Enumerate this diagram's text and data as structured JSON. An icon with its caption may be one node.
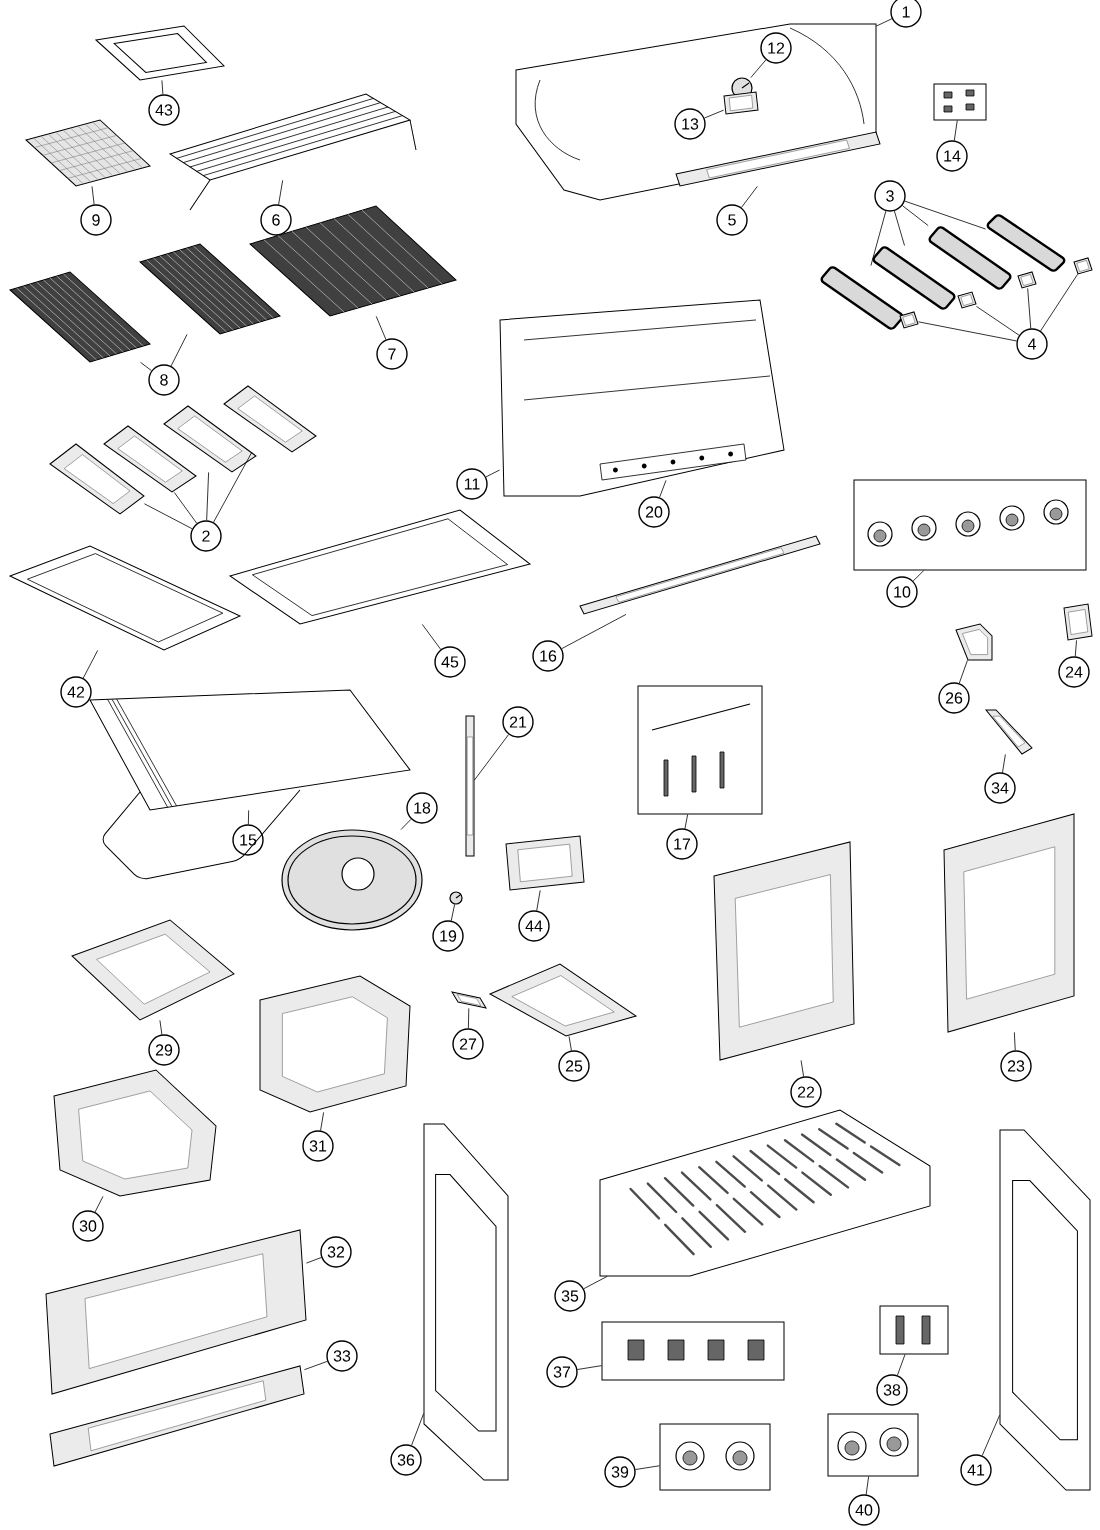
{
  "diagram": {
    "nodes": [
      {
        "text": [
          "43"
        ]
      },
      {
        "text": [],
        "shape": "picture"
      },
      {
        "text": [
          "1"
        ]
      },
      {
        "text": [],
        "shape": "picture"
      },
      {
        "text": [
          "12"
        ],
        "in": 3
      },
      {
        "text": [],
        "shape": "picture",
        "in": 3
      },
      {
        "text": [
          "13"
        ],
        "in": 3
      },
      {
        "text": [],
        "shape": "picture",
        "in": 3
      },
      {
        "text": [
          "14"
        ]
      },
      {
        "text": [],
        "shape": "box"
      },
      {
        "text": [
          "9"
        ]
      },
      {
        "text": [],
        "shape": "picture"
      },
      {
        "text": [
          "6"
        ]
      },
      {
        "text": [],
        "shape": "picture"
      },
      {
        "text": [
          "5"
        ]
      },
      {
        "text": [],
        "shape": "picture",
        "in": 3
      },
      {
        "text": [
          "3"
        ]
      },
      {
        "text": [],
        "shape": "picture"
      },
      {
        "text": [],
        "shape": "picture"
      },
      {
        "text": [],
        "shape": "picture"
      },
      {
        "text": [],
        "shape": "picture"
      },
      {
        "text": [
          "4"
        ]
      },
      {
        "text": [],
        "shape": "picture"
      },
      {
        "text": [],
        "shape": "picture"
      },
      {
        "text": [],
        "shape": "picture"
      },
      {
        "text": [],
        "shape": "picture"
      },
      {
        "text": [
          "8"
        ]
      },
      {
        "text": [],
        "shape": "picture"
      },
      {
        "text": [],
        "shape": "picture"
      },
      {
        "text": [
          "7"
        ]
      },
      {
        "text": [],
        "shape": "picture"
      },
      {
        "text": [
          "11"
        ]
      },
      {
        "text": [],
        "shape": "picture"
      },
      {
        "text": [
          "20"
        ]
      },
      {
        "text": [],
        "shape": "picture",
        "in": 32
      },
      {
        "text": [
          "2"
        ]
      },
      {
        "text": [],
        "shape": "picture"
      },
      {
        "text": [],
        "shape": "picture"
      },
      {
        "text": [],
        "shape": "picture"
      },
      {
        "text": [],
        "shape": "picture"
      },
      {
        "text": [
          "10"
        ]
      },
      {
        "text": [],
        "shape": "box"
      },
      {
        "text": [
          "42"
        ]
      },
      {
        "text": [],
        "shape": "picture"
      },
      {
        "text": [
          "45"
        ]
      },
      {
        "text": [],
        "shape": "picture"
      },
      {
        "text": [
          "16"
        ]
      },
      {
        "text": [],
        "shape": "picture"
      },
      {
        "text": [
          "21"
        ]
      },
      {
        "text": [],
        "shape": "picture"
      },
      {
        "text": [
          "26"
        ]
      },
      {
        "text": [],
        "shape": "picture"
      },
      {
        "text": [
          "24"
        ]
      },
      {
        "text": [],
        "shape": "picture"
      },
      {
        "text": [
          "15"
        ]
      },
      {
        "text": [],
        "shape": "picture"
      },
      {
        "text": [
          "18"
        ]
      },
      {
        "text": [],
        "shape": "picture"
      },
      {
        "text": [
          "17"
        ]
      },
      {
        "text": [],
        "shape": "box"
      },
      {
        "text": [
          "34"
        ]
      },
      {
        "text": [],
        "shape": "picture"
      },
      {
        "text": [
          "44"
        ]
      },
      {
        "text": [],
        "shape": "picture"
      },
      {
        "text": [
          "19"
        ]
      },
      {
        "text": [],
        "shape": "picture"
      },
      {
        "text": [
          "29"
        ]
      },
      {
        "text": [],
        "shape": "picture"
      },
      {
        "text": [
          "27"
        ]
      },
      {
        "text": [],
        "shape": "picture"
      },
      {
        "text": [
          "25"
        ]
      },
      {
        "text": [],
        "shape": "picture"
      },
      {
        "text": [
          "22"
        ]
      },
      {
        "text": [],
        "shape": "picture"
      },
      {
        "text": [
          "23"
        ]
      },
      {
        "text": [],
        "shape": "picture"
      },
      {
        "text": [
          "31"
        ]
      },
      {
        "text": [],
        "shape": "picture"
      },
      {
        "text": [
          "30"
        ]
      },
      {
        "text": [],
        "shape": "picture"
      },
      {
        "text": [
          "32"
        ]
      },
      {
        "text": [],
        "shape": "picture"
      },
      {
        "text": [
          "35"
        ]
      },
      {
        "text": [],
        "shape": "picture"
      },
      {
        "text": [
          "33"
        ]
      },
      {
        "text": [],
        "shape": "picture"
      },
      {
        "text": [
          "37"
        ]
      },
      {
        "text": [],
        "shape": "box"
      },
      {
        "text": [
          "38"
        ]
      },
      {
        "text": [],
        "shape": "box"
      },
      {
        "text": [
          "36"
        ]
      },
      {
        "text": [],
        "shape": "picture"
      },
      {
        "text": [
          "41"
        ]
      },
      {
        "text": [],
        "shape": "picture"
      },
      {
        "text": [
          "39"
        ]
      },
      {
        "text": [],
        "shape": "box"
      },
      {
        "text": [
          "40"
        ]
      },
      {
        "text": [],
        "shape": "box"
      }
    ],
    "edges": [
      {
        "from": 0,
        "to": 1,
        "arrow": "none"
      },
      {
        "from": 2,
        "to": 3,
        "arrow": "none"
      },
      {
        "from": 4,
        "to": 5,
        "arrow": "none"
      },
      {
        "from": 6,
        "to": 7,
        "arrow": "none"
      },
      {
        "from": 8,
        "to": 9,
        "arrow": "none"
      },
      {
        "from": 10,
        "to": 11,
        "arrow": "none"
      },
      {
        "from": 12,
        "to": 13,
        "arrow": "none"
      },
      {
        "from": 14,
        "to": 15,
        "arrow": "none"
      },
      {
        "from": 16,
        "to": 17,
        "arrow": "none"
      },
      {
        "from": 16,
        "to": 18,
        "arrow": "none"
      },
      {
        "from": 16,
        "to": 19,
        "arrow": "none"
      },
      {
        "from": 16,
        "to": 20,
        "arrow": "none"
      },
      {
        "from": 21,
        "to": 22,
        "arrow": "none"
      },
      {
        "from": 21,
        "to": 23,
        "arrow": "none"
      },
      {
        "from": 21,
        "to": 24,
        "arrow": "none"
      },
      {
        "from": 21,
        "to": 25,
        "arrow": "none"
      },
      {
        "from": 26,
        "to": 27,
        "arrow": "none"
      },
      {
        "from": 26,
        "to": 28,
        "arrow": "none"
      },
      {
        "from": 29,
        "to": 30,
        "arrow": "none"
      },
      {
        "from": 31,
        "to": 32,
        "arrow": "none"
      },
      {
        "from": 33,
        "to": 34,
        "arrow": "none"
      },
      {
        "from": 35,
        "to": 36,
        "arrow": "none"
      },
      {
        "from": 35,
        "to": 37,
        "arrow": "none"
      },
      {
        "from": 35,
        "to": 38,
        "arrow": "none"
      },
      {
        "from": 35,
        "to": 39,
        "arrow": "none"
      },
      {
        "from": 40,
        "to": 41,
        "arrow": "none"
      },
      {
        "from": 42,
        "to": 43,
        "arrow": "none"
      },
      {
        "from": 44,
        "to": 45,
        "arrow": "none"
      },
      {
        "from": 46,
        "to": 47,
        "arrow": "none"
      },
      {
        "from": 48,
        "to": 49,
        "arrow": "none"
      },
      {
        "from": 50,
        "to": 51,
        "arrow": "none"
      },
      {
        "from": 52,
        "to": 53,
        "arrow": "none"
      },
      {
        "from": 54,
        "to": 55,
        "arrow": "none"
      },
      {
        "from": 56,
        "to": 57,
        "arrow": "none"
      },
      {
        "from": 58,
        "to": 59,
        "arrow": "none"
      },
      {
        "from": 60,
        "to": 61,
        "arrow": "none"
      },
      {
        "from": 62,
        "to": 63,
        "arrow": "none"
      },
      {
        "from": 64,
        "to": 65,
        "arrow": "none"
      },
      {
        "from": 66,
        "to": 67,
        "arrow": "none"
      },
      {
        "from": 68,
        "to": 69,
        "arrow": "none"
      },
      {
        "from": 70,
        "to": 71,
        "arrow": "none"
      },
      {
        "from": 72,
        "to": 73,
        "arrow": "none"
      },
      {
        "from": 74,
        "to": 75,
        "arrow": "none"
      },
      {
        "from": 76,
        "to": 77,
        "arrow": "none"
      },
      {
        "from": 78,
        "to": 79,
        "arrow": "none"
      },
      {
        "from": 80,
        "to": 81,
        "arrow": "none"
      },
      {
        "from": 82,
        "to": 83,
        "arrow": "none"
      },
      {
        "from": 84,
        "to": 85,
        "arrow": "none"
      },
      {
        "from": 86,
        "to": 87,
        "arrow": "none"
      },
      {
        "from": 88,
        "to": 89,
        "arrow": "none"
      },
      {
        "from": 90,
        "to": 91,
        "arrow": "none"
      },
      {
        "from": 92,
        "to": 93,
        "arrow": "none"
      },
      {
        "from": 94,
        "to": 95,
        "arrow": "none"
      },
      {
        "from": 96,
        "to": 97,
        "arrow": "none"
      }
    ]
  }
}
